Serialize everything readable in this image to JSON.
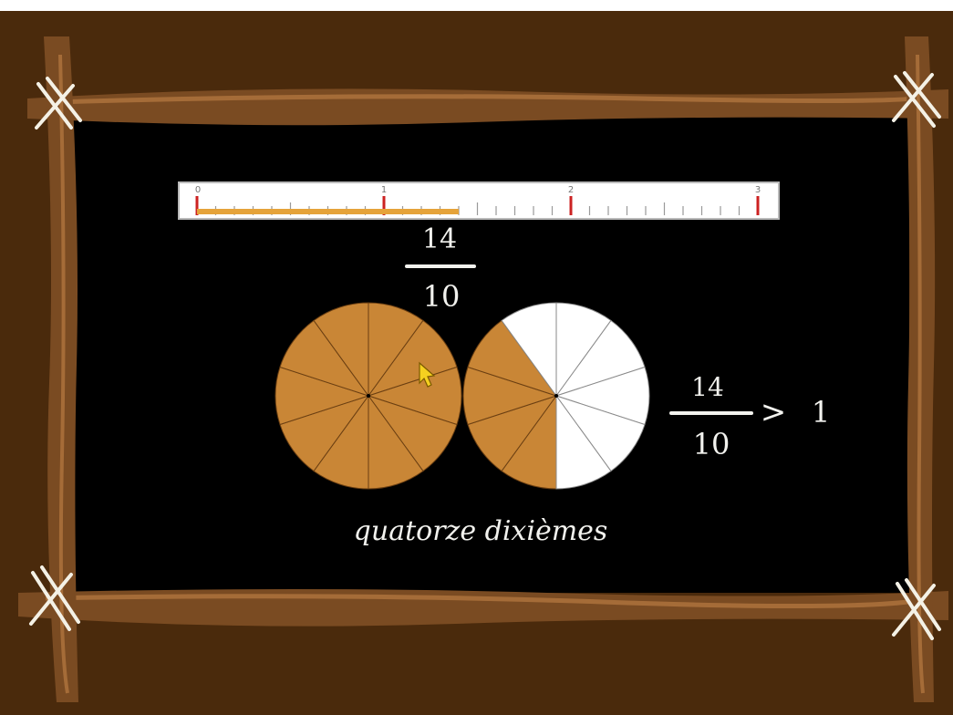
{
  "colors": {
    "page_background": "#ffffff",
    "wood_background": "#4a2a0c",
    "board": "#000000",
    "frame_wood": "#7a4b22",
    "frame_highlight": "#a56c38",
    "filled_portion": "#c98636",
    "empty_portion": "#ffffff",
    "chalk": "#f2f2ee",
    "ruler_mark": "#cc2222"
  },
  "number_line": {
    "tick_labels": [
      "0",
      "1",
      "2",
      "3"
    ],
    "max": 3,
    "subdivisions_per_unit": 10,
    "highlighted_value": 1.4
  },
  "top_fraction": {
    "numerator": "14",
    "denominator": "10"
  },
  "pie_circles": [
    {
      "parts": 10,
      "filled": 10
    },
    {
      "parts": 10,
      "filled": 4
    }
  ],
  "comparison": {
    "numerator": "14",
    "denominator": "10",
    "symbol": ">",
    "rhs": "1"
  },
  "caption": "quatorze dixièmes",
  "icons": {
    "cursor": "arrow-pointer-icon"
  }
}
